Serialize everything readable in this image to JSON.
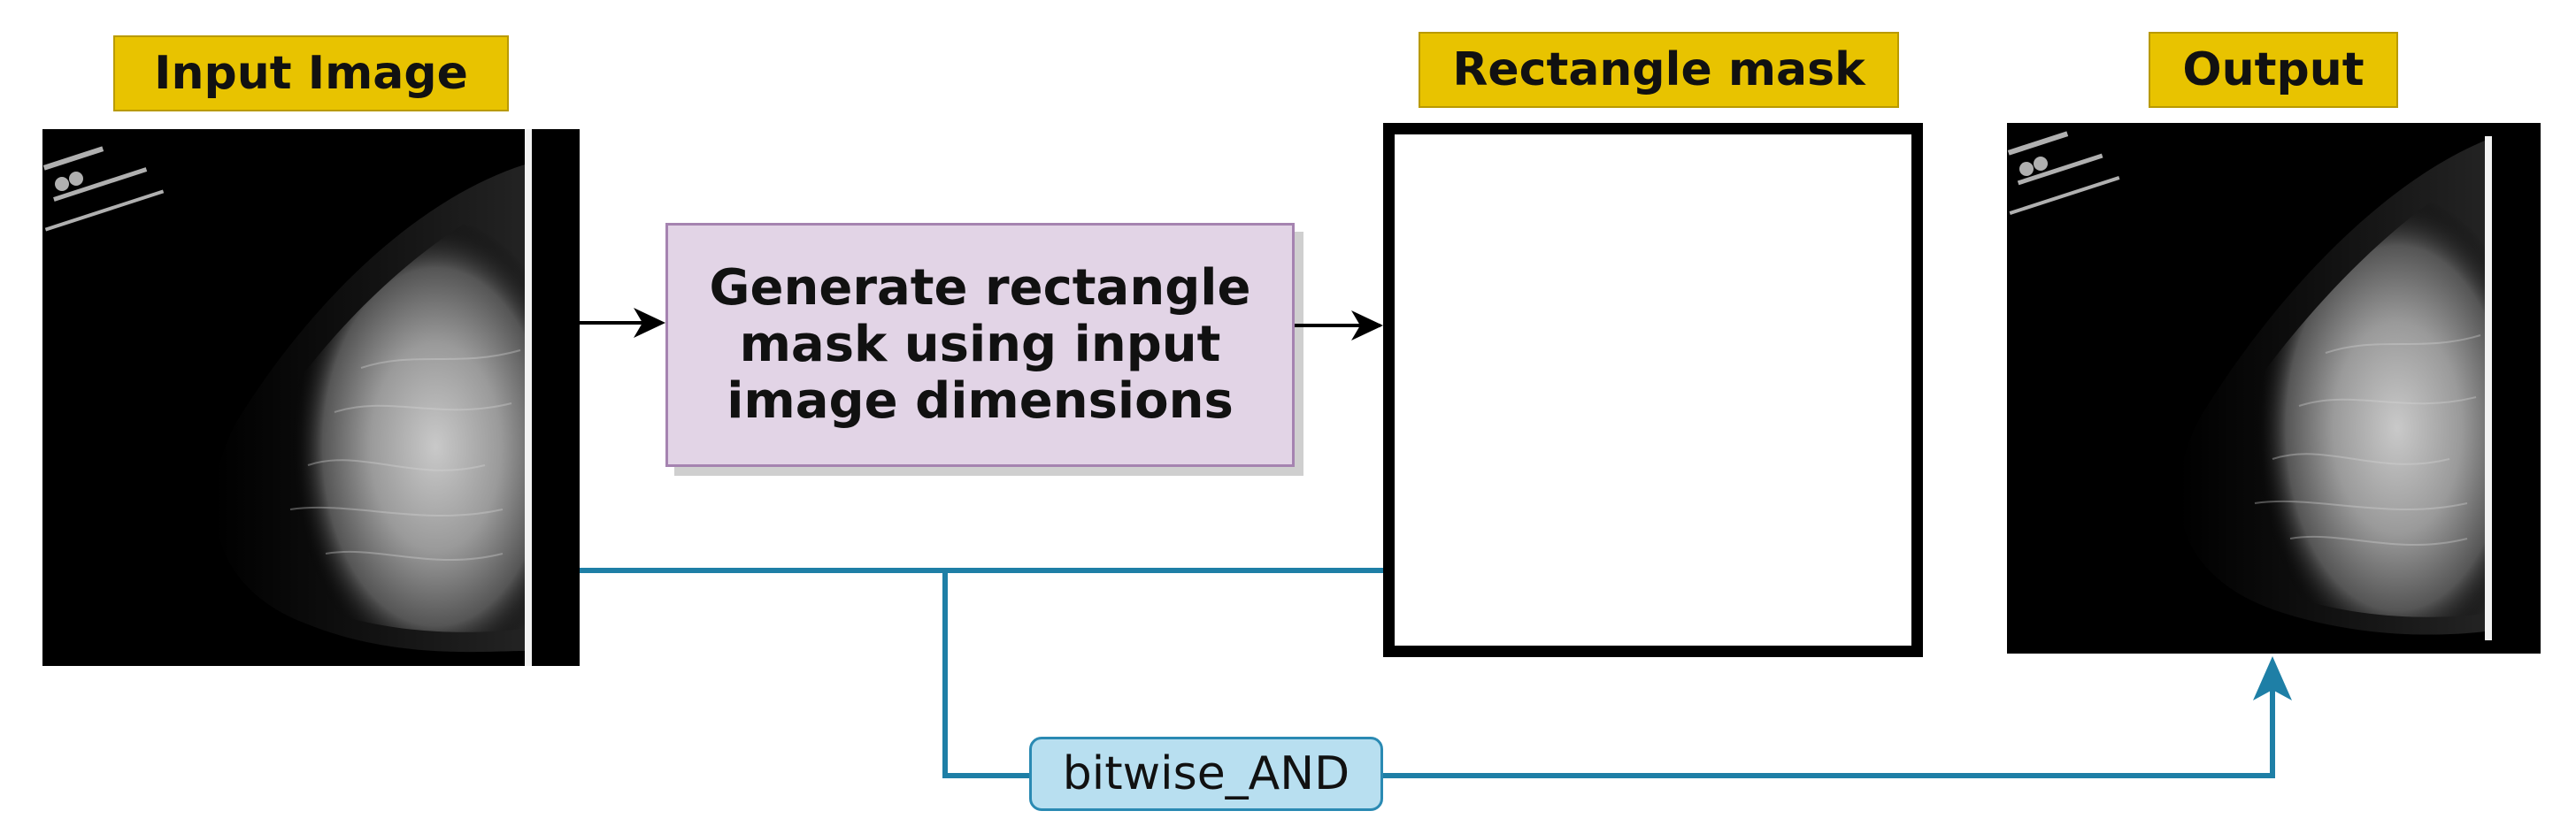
{
  "labels": {
    "input": "Input Image",
    "mask": "Rectangle mask",
    "output": "Output"
  },
  "process": {
    "text": "Generate rectangle mask using input image dimensions"
  },
  "operation": {
    "text": "bitwise_AND"
  },
  "colors": {
    "label_bg": "#e8c300",
    "process_bg": "#e2d4e6",
    "process_border": "#a583b0",
    "connector": "#1e7fa6",
    "op_bg": "#b8dff0"
  }
}
